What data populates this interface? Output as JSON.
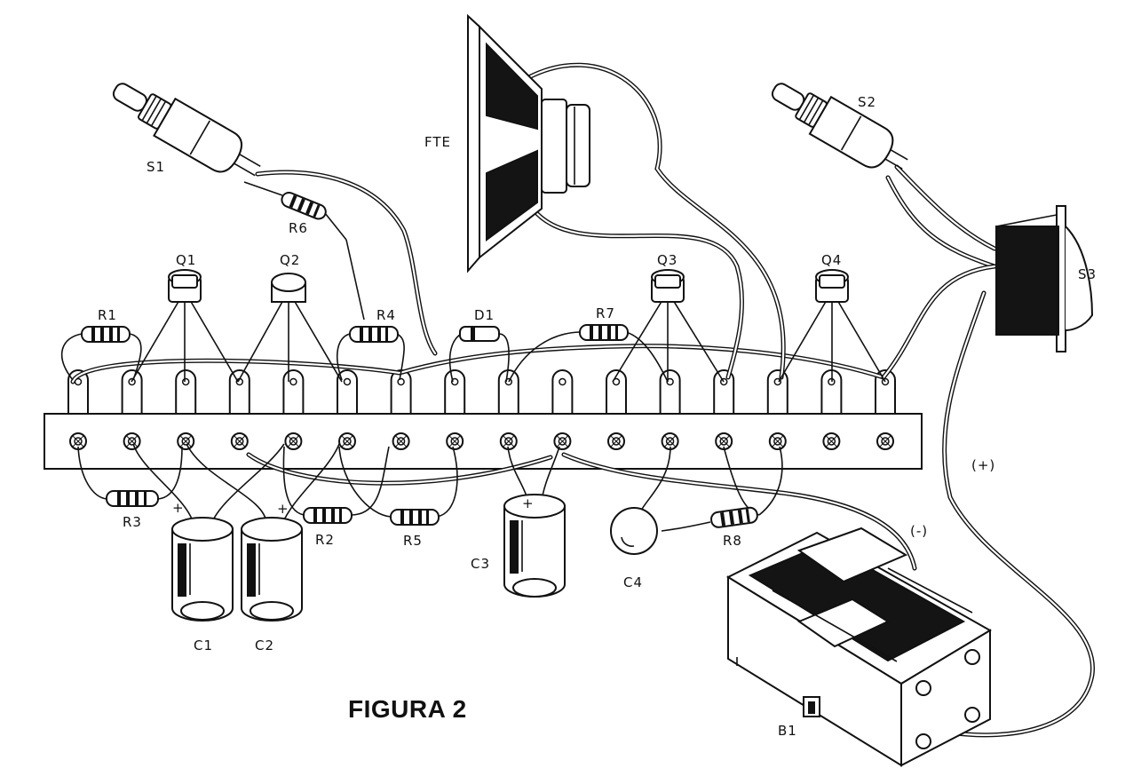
{
  "figure": {
    "title": "FIGURA 2",
    "ink_color": "#111111",
    "paper_color": "#ffffff"
  },
  "labels": {
    "S1": "S1",
    "S2": "S2",
    "S3": "S3",
    "FTE": "FTE",
    "Q1": "Q1",
    "Q2": "Q2",
    "Q3": "Q3",
    "Q4": "Q4",
    "R1": "R1",
    "R2": "R2",
    "R3": "R3",
    "R4": "R4",
    "R5": "R5",
    "R6": "R6",
    "R7": "R7",
    "R8": "R8",
    "D1": "D1",
    "C1": "C1",
    "C2": "C2",
    "C3": "C3",
    "C4": "C4",
    "B1": "B1",
    "plus": "+",
    "battery_negative": "(-)",
    "battery_positive": "(+)"
  },
  "terminal_strip": {
    "terminal_count": 16
  },
  "icons": {
    "switch": "push-button-switch-icon",
    "speaker": "loudspeaker-icon",
    "transistor": "transistor-icon",
    "resistor": "resistor-icon",
    "capacitor": "electrolytic-capacitor-icon",
    "battery": "battery-holder-icon"
  }
}
